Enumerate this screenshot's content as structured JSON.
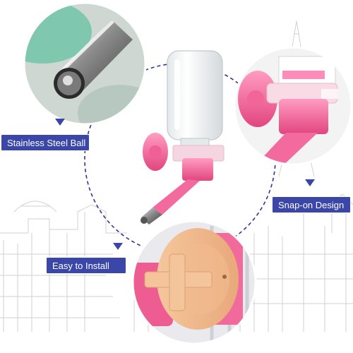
{
  "callouts": {
    "stainless": "Stainless Steel Ball",
    "snap_on": "Snap-on Design",
    "easy_install": "Easy to Install"
  },
  "colors": {
    "callout_background": "#3b47a8",
    "dashed_ring": "#2f3590",
    "bottle_pink": "#f4639a",
    "sketch_gray": "#c9c9c9"
  },
  "icons": {
    "pointer": "triangle-down-icon"
  }
}
